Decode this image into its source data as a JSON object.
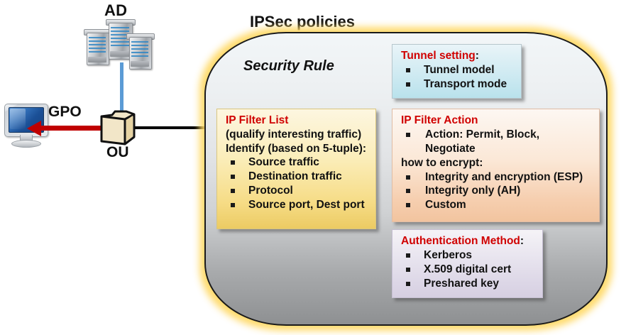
{
  "diagram": {
    "title": "IPSec policies",
    "nodes": {
      "ad_label": "AD",
      "ad_icon": "server-stack-icon",
      "ou_label": "OU",
      "ou_icon": "folder-icon",
      "client_icon": "desktop-monitor-icon",
      "gpo_label": "GPO"
    },
    "connectors": {
      "ad_to_ou_color": "#5b9bd5",
      "gpo_arrow_color": "#c00000",
      "ou_to_policy_color": "#000000"
    },
    "container": {
      "label": "Security Rule",
      "glow_color": "#ffd966",
      "border_color": "#1a1a1a"
    },
    "accent_color": "#d00000"
  },
  "cards": {
    "tunnel": {
      "heading": "Tunnel setting",
      "heading_suffix": ":",
      "items": [
        "Tunnel model",
        "Transport  mode"
      ]
    },
    "filter_list": {
      "heading": "IP Filter List",
      "line1": "(qualify interesting traffic)",
      "line2": "Identify (based on 5-tuple):",
      "items": [
        "Source traffic",
        "Destination traffic",
        "Protocol",
        "Source port, Dest port"
      ]
    },
    "filter_action": {
      "heading": "IP Filter Action",
      "first_item": "Action: Permit, Block, Negotiate",
      "line2": "how to encrypt:",
      "items": [
        "Integrity and encryption (ESP)",
        "Integrity only (AH)",
        "Custom"
      ]
    },
    "auth": {
      "heading": "Authentication Method",
      "heading_suffix": ":",
      "items": [
        "Kerberos",
        "X.509 digital cert",
        "Preshared key"
      ]
    }
  }
}
